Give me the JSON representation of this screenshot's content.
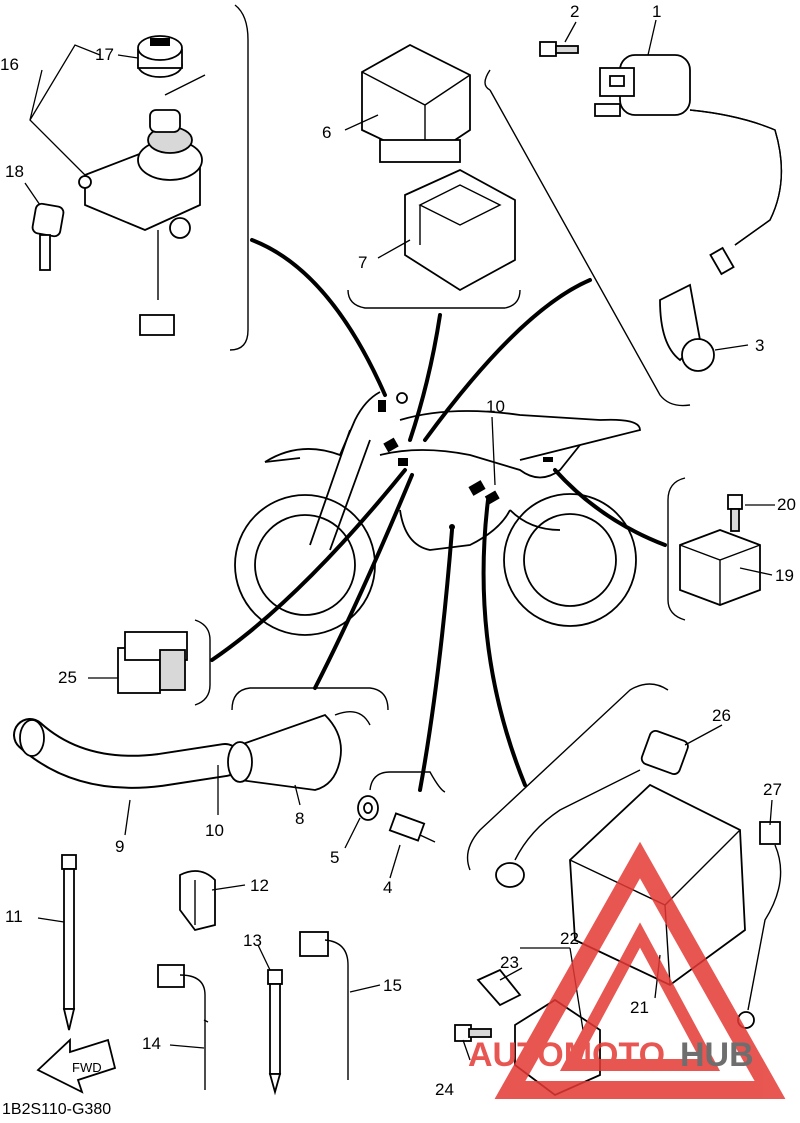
{
  "diagram": {
    "code": "1B2S110-G380",
    "direction_label": "FWD",
    "parts": [
      {
        "id": "p1",
        "label": "1"
      },
      {
        "id": "p2",
        "label": "2"
      },
      {
        "id": "p3",
        "label": "3"
      },
      {
        "id": "p4",
        "label": "4"
      },
      {
        "id": "p5",
        "label": "5"
      },
      {
        "id": "p6",
        "label": "6"
      },
      {
        "id": "p7",
        "label": "7"
      },
      {
        "id": "p8",
        "label": "8"
      },
      {
        "id": "p9",
        "label": "9"
      },
      {
        "id": "p10a",
        "label": "10"
      },
      {
        "id": "p10b",
        "label": "10"
      },
      {
        "id": "p11",
        "label": "11"
      },
      {
        "id": "p12",
        "label": "12"
      },
      {
        "id": "p13",
        "label": "13"
      },
      {
        "id": "p14",
        "label": "14"
      },
      {
        "id": "p15",
        "label": "15"
      },
      {
        "id": "p16",
        "label": "16"
      },
      {
        "id": "p17",
        "label": "17"
      },
      {
        "id": "p18",
        "label": "18"
      },
      {
        "id": "p19",
        "label": "19"
      },
      {
        "id": "p20",
        "label": "20"
      },
      {
        "id": "p21",
        "label": "21"
      },
      {
        "id": "p22",
        "label": "22"
      },
      {
        "id": "p23",
        "label": "23"
      },
      {
        "id": "p24",
        "label": "24"
      },
      {
        "id": "p25",
        "label": "25"
      },
      {
        "id": "p26",
        "label": "26"
      },
      {
        "id": "p27",
        "label": "27"
      }
    ]
  },
  "watermark": {
    "brand_part1": "AUTOMOTO",
    "brand_part2": "HUB",
    "color_red": "#e53935",
    "color_gray": "#555555"
  }
}
